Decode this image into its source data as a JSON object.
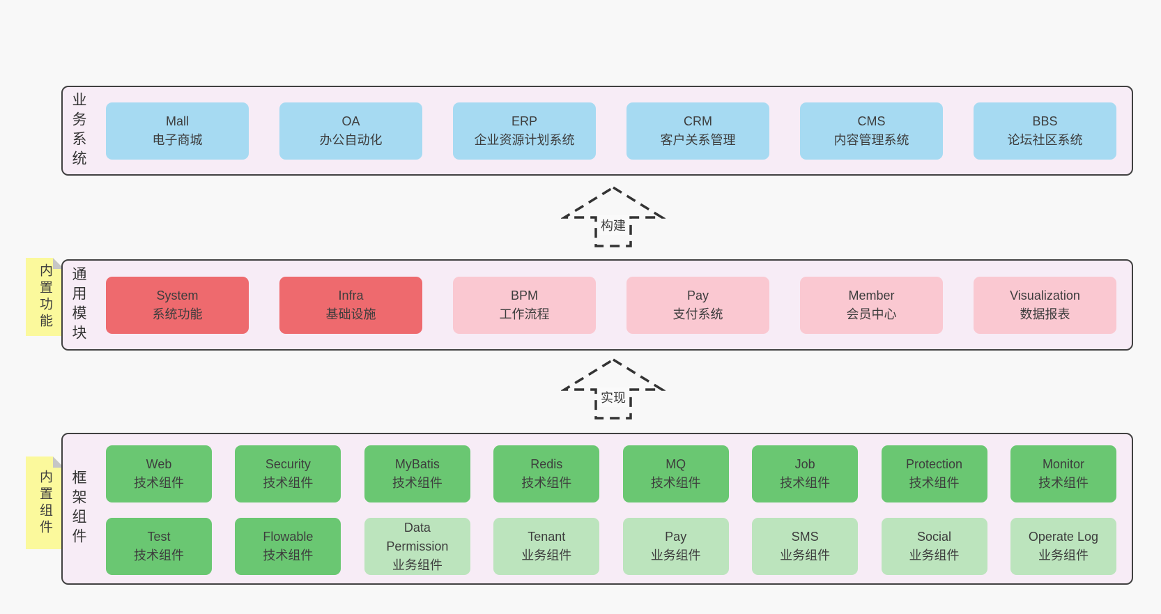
{
  "colors": {
    "page_bg": "#f8f8f8",
    "panel_bg": "#f7ecf6",
    "panel_border": "#414141",
    "blue": "#a6daf2",
    "red": "#ee6a6e",
    "pink": "#fac8d1",
    "green": "#6ac772",
    "green_light": "#bce4bd",
    "sticky_yellow": "#fbf99c",
    "sticky_fold": "#c6c6c6",
    "arrow_dash": "#333333",
    "text": "#3d3d3d"
  },
  "arrows": [
    {
      "label": "构建"
    },
    {
      "label": "实现"
    }
  ],
  "layers": [
    {
      "label": "业务系统",
      "boxes": [
        {
          "name": "Mall",
          "desc": "电子商城",
          "variant": "blue"
        },
        {
          "name": "OA",
          "desc": "办公自动化",
          "variant": "blue"
        },
        {
          "name": "ERP",
          "desc": "企业资源计划系统",
          "variant": "blue"
        },
        {
          "name": "CRM",
          "desc": "客户关系管理",
          "variant": "blue"
        },
        {
          "name": "CMS",
          "desc": "内容管理系统",
          "variant": "blue"
        },
        {
          "name": "BBS",
          "desc": "论坛社区系统",
          "variant": "blue"
        }
      ]
    },
    {
      "label": "通用模块",
      "sticky": "内置功能",
      "boxes": [
        {
          "name": "System",
          "desc": "系统功能",
          "variant": "red"
        },
        {
          "name": "Infra",
          "desc": "基础设施",
          "variant": "red"
        },
        {
          "name": "BPM",
          "desc": "工作流程",
          "variant": "pink"
        },
        {
          "name": "Pay",
          "desc": "支付系统",
          "variant": "pink"
        },
        {
          "name": "Member",
          "desc": "会员中心",
          "variant": "pink"
        },
        {
          "name": "Visualization",
          "desc": "数据报表",
          "variant": "pink"
        }
      ]
    },
    {
      "label": "框架组件",
      "sticky": "内置组件",
      "rows": [
        [
          {
            "name": "Web",
            "desc": "技术组件",
            "variant": "green"
          },
          {
            "name": "Security",
            "desc": "技术组件",
            "variant": "green"
          },
          {
            "name": "MyBatis",
            "desc": "技术组件",
            "variant": "green"
          },
          {
            "name": "Redis",
            "desc": "技术组件",
            "variant": "green"
          },
          {
            "name": "MQ",
            "desc": "技术组件",
            "variant": "green"
          },
          {
            "name": "Job",
            "desc": "技术组件",
            "variant": "green"
          },
          {
            "name": "Protection",
            "desc": "技术组件",
            "variant": "green"
          },
          {
            "name": "Monitor",
            "desc": "技术组件",
            "variant": "green"
          }
        ],
        [
          {
            "name": "Test",
            "desc": "技术组件",
            "variant": "green"
          },
          {
            "name": "Flowable",
            "desc": "技术组件",
            "variant": "green"
          },
          {
            "name": "Data Permission",
            "desc": "业务组件",
            "variant": "green_light"
          },
          {
            "name": "Tenant",
            "desc": "业务组件",
            "variant": "green_light"
          },
          {
            "name": "Pay",
            "desc": "业务组件",
            "variant": "green_light"
          },
          {
            "name": "SMS",
            "desc": "业务组件",
            "variant": "green_light"
          },
          {
            "name": "Social",
            "desc": "业务组件",
            "variant": "green_light"
          },
          {
            "name": "Operate Log",
            "desc": "业务组件",
            "variant": "green_light"
          }
        ]
      ]
    }
  ]
}
